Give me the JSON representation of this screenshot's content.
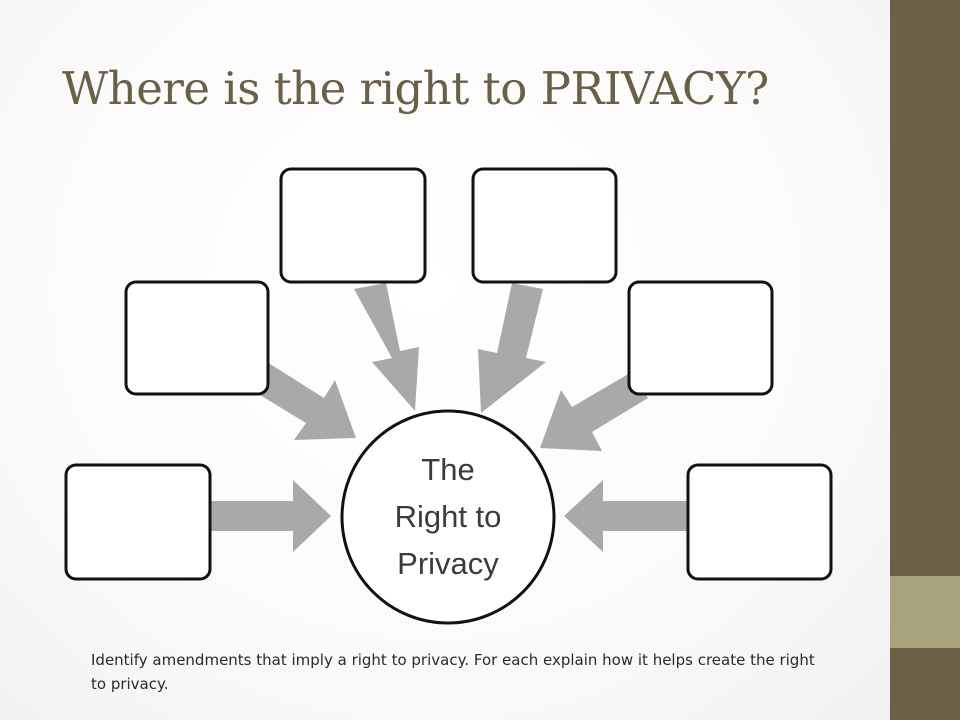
{
  "title": "Where is the right to PRIVACY?",
  "center": {
    "lines": [
      "The",
      "Right to",
      "Privacy"
    ]
  },
  "boxes": [
    {
      "id": "left-bottom",
      "text": ""
    },
    {
      "id": "left-middle",
      "text": ""
    },
    {
      "id": "top-left",
      "text": ""
    },
    {
      "id": "top-right",
      "text": ""
    },
    {
      "id": "right-middle",
      "text": ""
    },
    {
      "id": "right-bottom",
      "text": ""
    }
  ],
  "caption": "Identify amendments that imply a right to privacy.  For each explain how it helps create the right to privacy.",
  "colors": {
    "title": "#6a5f47",
    "arrow": "#a9a9a9",
    "accent_dark": "#6b6148",
    "accent_light": "#a9a37b"
  }
}
